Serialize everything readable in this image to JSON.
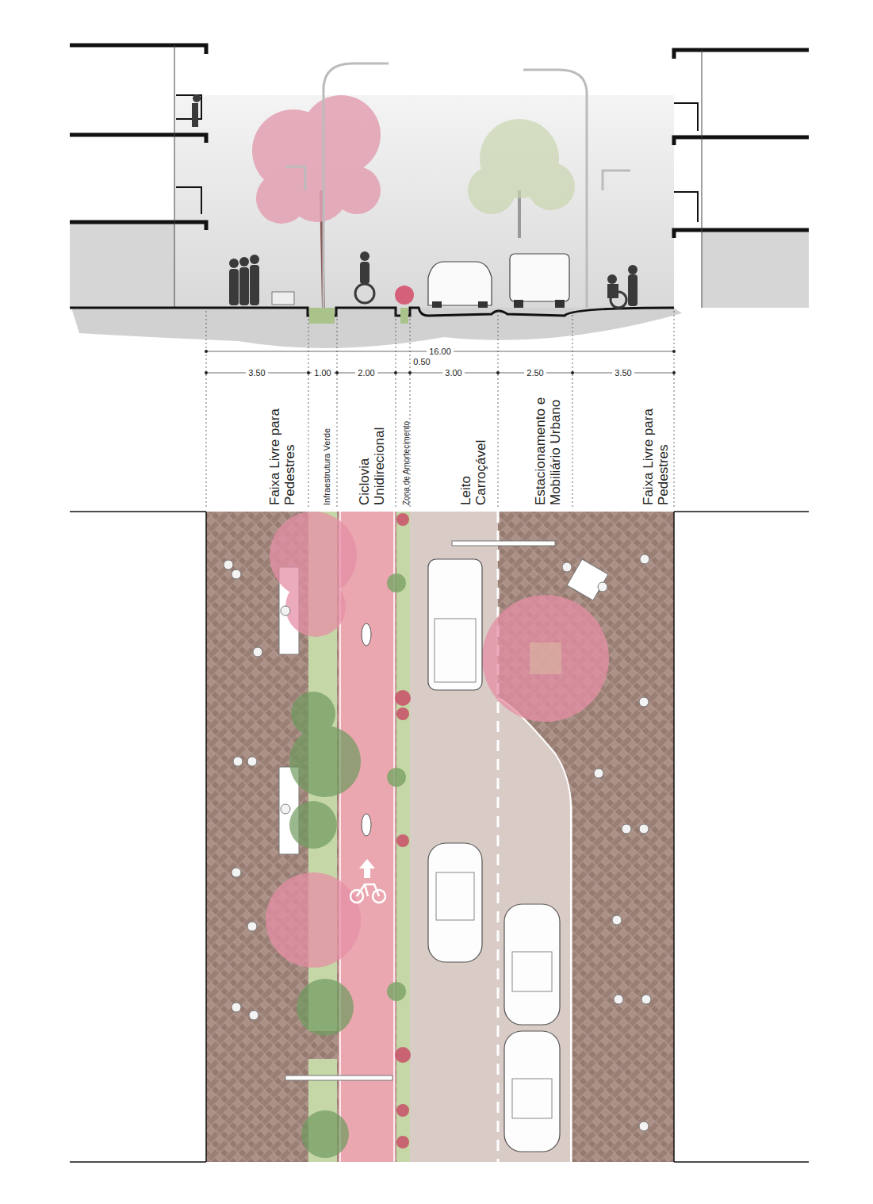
{
  "diagram": {
    "labels": [
      "16.00",
      "3.50",
      "1.00",
      "2.00",
      "0.50",
      "3.00",
      "2.50",
      "3.50",
      "Faixa Livre para Pedestres",
      "Infraestrutura Verde",
      "Ciclovia Unidirecional",
      "Zona de Amortecimento",
      "Leito Carroçável",
      "Estacionamento e Mobiliário Urbano",
      "Faixa Livre para Pedestres"
    ]
  }
}
